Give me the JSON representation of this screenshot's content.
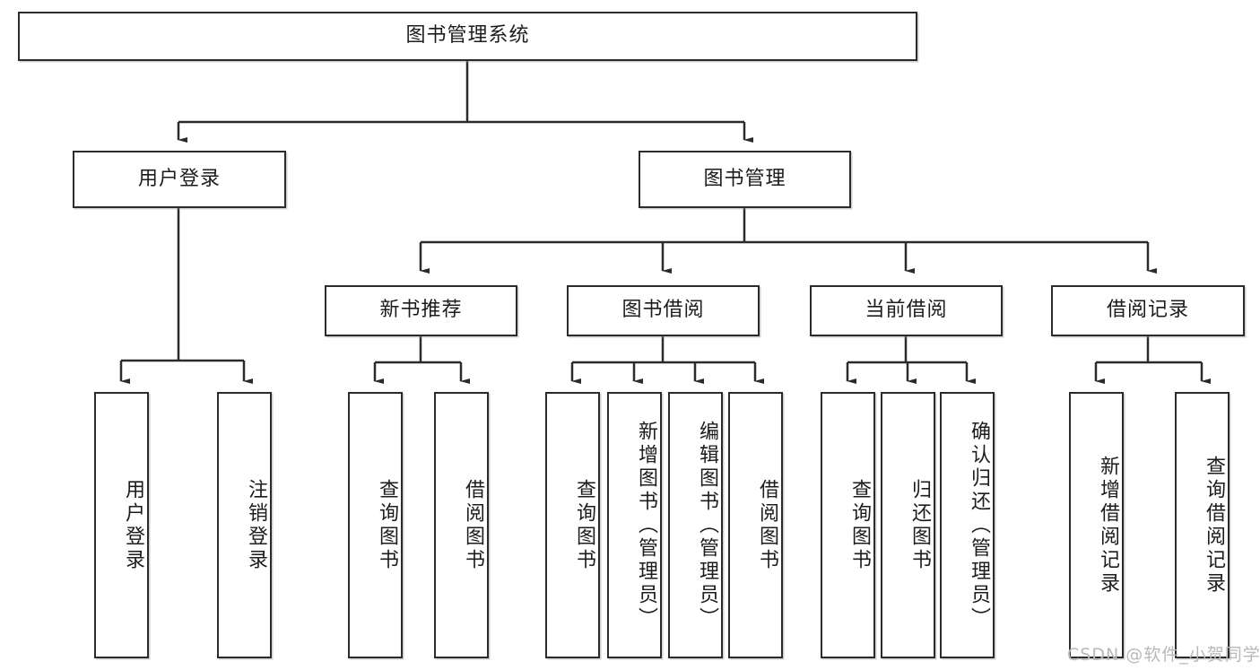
{
  "diagram": {
    "type": "hierarchy-tree",
    "title": "图书管理系统",
    "line_color": "#2b2b2b",
    "box_fill": "#ffffff",
    "text_color": "#1c1c1c",
    "root": {
      "label": "图书管理系统"
    },
    "level1": [
      {
        "label": "用户登录"
      },
      {
        "label": "图书管理"
      }
    ],
    "level2": [
      {
        "label": "新书推荐"
      },
      {
        "label": "图书借阅"
      },
      {
        "label": "当前借阅"
      },
      {
        "label": "借阅记录"
      }
    ],
    "leaves": {
      "user_login": [
        {
          "label": "用户登录"
        },
        {
          "label": "注销登录"
        }
      ],
      "new_book_recommend": [
        {
          "label": "查询图书"
        },
        {
          "label": "借阅图书"
        }
      ],
      "book_borrow": [
        {
          "label": "查询图书"
        },
        {
          "label": "新增图书（管理员）"
        },
        {
          "label": "编辑图书（管理员）"
        },
        {
          "label": "借阅图书"
        }
      ],
      "current_borrow": [
        {
          "label": "查询图书"
        },
        {
          "label": "归还图书"
        },
        {
          "label": "确认归还（管理员）"
        }
      ],
      "borrow_record": [
        {
          "label": "新增借阅记录"
        },
        {
          "label": "查询借阅记录"
        }
      ]
    }
  },
  "watermark": {
    "text": "CSDN @软件_小贺同学"
  }
}
